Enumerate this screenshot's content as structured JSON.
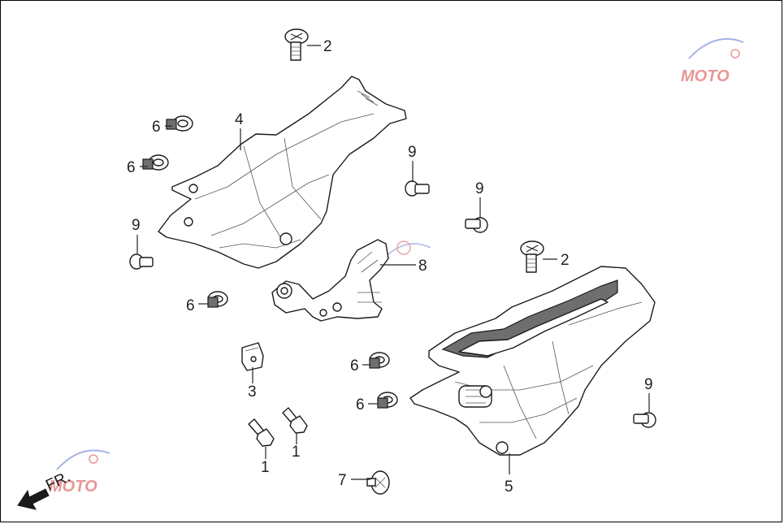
{
  "callouts": {
    "c1a": "1",
    "c1b": "1",
    "c2a": "2",
    "c2b": "2",
    "c3": "3",
    "c4": "4",
    "c5": "5",
    "c6a": "6",
    "c6b": "6",
    "c6c": "6",
    "c6d": "6",
    "c6e": "6",
    "c7": "7",
    "c8": "8",
    "c9a": "9",
    "c9b": "9",
    "c9c": "9",
    "c9d": "9"
  },
  "front_arrow": {
    "label": "FR."
  },
  "watermark": {
    "text": "MOTO"
  },
  "colors": {
    "line": "#1a1a1a",
    "watermark_red": "#d9534f",
    "watermark_blue": "#6b7fd7",
    "panel_stripe": "#6e6e6e"
  }
}
